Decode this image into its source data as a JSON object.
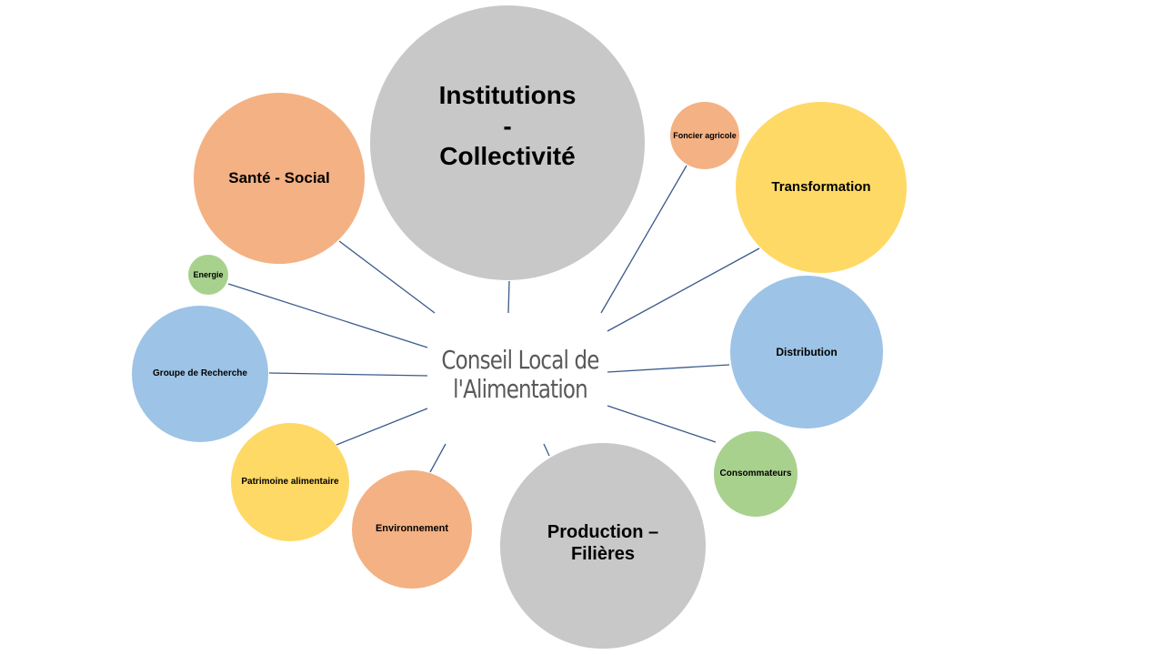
{
  "center": {
    "line1": "Conseil Local de",
    "line2": "l'Alimentation"
  },
  "nodes": {
    "institutions": {
      "line1": "Institutions",
      "line2": "-",
      "line3": "Collectivité"
    },
    "sante_social": {
      "label": "Santé - Social"
    },
    "foncier_agricole": {
      "label": "Foncier agricole"
    },
    "transformation": {
      "label": "Transformation"
    },
    "energie": {
      "label": "Energie"
    },
    "groupe_recherche": {
      "label": "Groupe de Recherche"
    },
    "distribution": {
      "label": "Distribution"
    },
    "consommateurs": {
      "label": "Consommateurs"
    },
    "patrimoine_alimentaire": {
      "label": "Patrimoine alimentaire"
    },
    "environnement": {
      "label": "Environnement"
    },
    "production_filieres": {
      "line1": "Production –",
      "line2": "Filières"
    }
  },
  "colors": {
    "grey": "#c8c8c8",
    "orange": "#f4b183",
    "yellow": "#ffd966",
    "blue": "#9dc3e6",
    "green": "#a9d18e",
    "connector": "#3a5a8c",
    "center_text": "#595959"
  }
}
